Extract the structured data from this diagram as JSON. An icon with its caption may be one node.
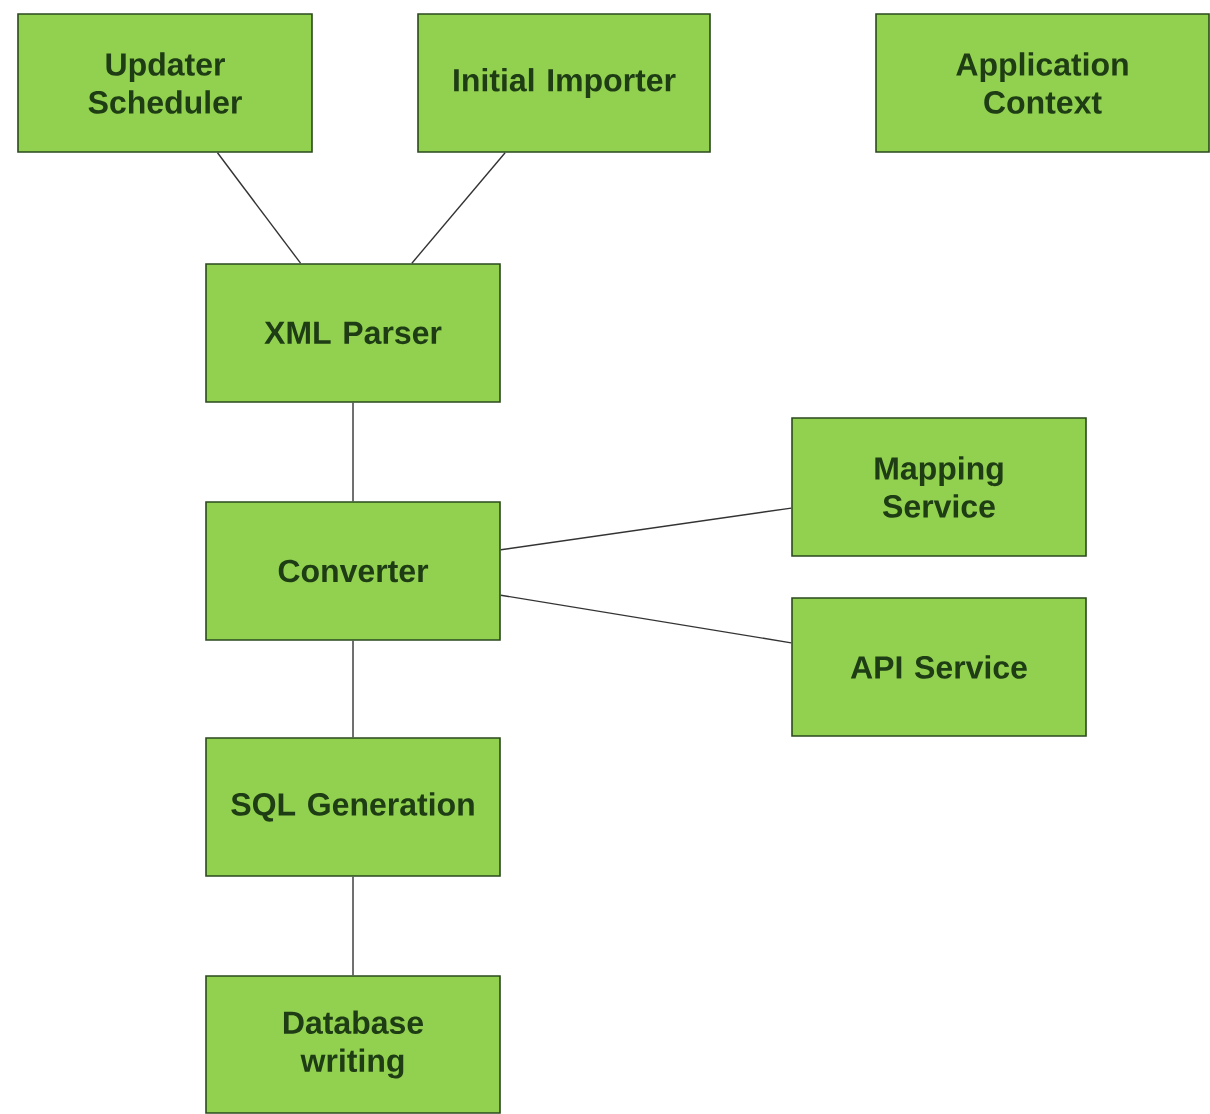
{
  "diagram": {
    "nodes": [
      {
        "text": [
          "Updater Scheduler"
        ]
      },
      {
        "text": [
          "Initial Importer"
        ]
      },
      {
        "text": [
          "Application Context"
        ]
      },
      {
        "text": [
          "XML Parser"
        ]
      },
      {
        "text": [
          "Converter"
        ]
      },
      {
        "text": [
          "Mapping Service"
        ]
      },
      {
        "text": [
          "API Service"
        ]
      },
      {
        "text": [
          "SQL Generation"
        ]
      },
      {
        "text": [
          "Database writing"
        ]
      }
    ],
    "edges": [
      {
        "from": 0,
        "to": 3,
        "arrow": "none"
      },
      {
        "from": 1,
        "to": 3,
        "arrow": "none"
      },
      {
        "from": 3,
        "to": 4,
        "arrow": "none"
      },
      {
        "from": 4,
        "to": 5,
        "arrow": "none"
      },
      {
        "from": 4,
        "to": 6,
        "arrow": "none"
      },
      {
        "from": 4,
        "to": 7,
        "arrow": "none"
      },
      {
        "from": 7,
        "to": 8,
        "arrow": "none"
      }
    ]
  }
}
